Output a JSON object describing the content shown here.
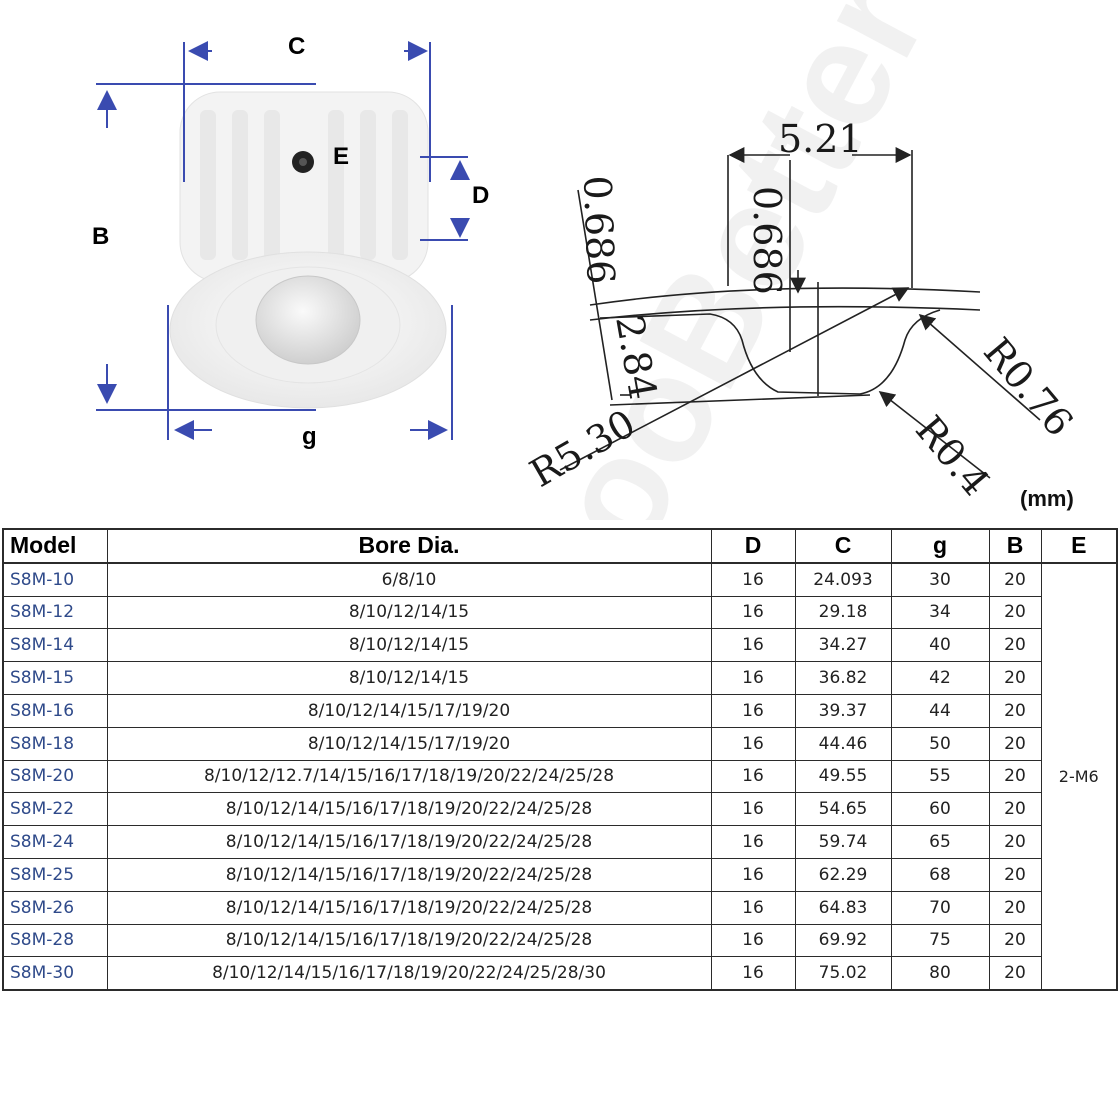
{
  "figure": {
    "pulley_labels": {
      "c": "C",
      "b": "B",
      "d": "D",
      "e": "E",
      "g": "g"
    },
    "profile_dims": {
      "width": "5.21",
      "depth_left": "0.686",
      "depth_right": "0.686",
      "tooth_height": "2.84",
      "r_large": "R5.30",
      "r_small": "R0.4",
      "r_tip": "R0.76"
    },
    "watermark": "ooBetter",
    "unit": "(mm)"
  },
  "table": {
    "headers": {
      "model": "Model",
      "bore": "Bore Dia.",
      "d": "D",
      "c": "C",
      "g": "g",
      "b": "B",
      "e": "E"
    },
    "e_value": "2-M6",
    "rows": [
      {
        "model": "S8M-10",
        "bore": "6/8/10",
        "d": "16",
        "c": "24.093",
        "g": "30",
        "b": "20"
      },
      {
        "model": "S8M-12",
        "bore": "8/10/12/14/15",
        "d": "16",
        "c": "29.18",
        "g": "34",
        "b": "20"
      },
      {
        "model": "S8M-14",
        "bore": "8/10/12/14/15",
        "d": "16",
        "c": "34.27",
        "g": "40",
        "b": "20"
      },
      {
        "model": "S8M-15",
        "bore": "8/10/12/14/15",
        "d": "16",
        "c": "36.82",
        "g": "42",
        "b": "20"
      },
      {
        "model": "S8M-16",
        "bore": "8/10/12/14/15/17/19/20",
        "d": "16",
        "c": "39.37",
        "g": "44",
        "b": "20"
      },
      {
        "model": "S8M-18",
        "bore": "8/10/12/14/15/17/19/20",
        "d": "16",
        "c": "44.46",
        "g": "50",
        "b": "20"
      },
      {
        "model": "S8M-20",
        "bore": "8/10/12/12.7/14/15/16/17/18/19/20/22/24/25/28",
        "d": "16",
        "c": "49.55",
        "g": "55",
        "b": "20"
      },
      {
        "model": "S8M-22",
        "bore": "8/10/12/14/15/16/17/18/19/20/22/24/25/28",
        "d": "16",
        "c": "54.65",
        "g": "60",
        "b": "20"
      },
      {
        "model": "S8M-24",
        "bore": "8/10/12/14/15/16/17/18/19/20/22/24/25/28",
        "d": "16",
        "c": "59.74",
        "g": "65",
        "b": "20"
      },
      {
        "model": "S8M-25",
        "bore": "8/10/12/14/15/16/17/18/19/20/22/24/25/28",
        "d": "16",
        "c": "62.29",
        "g": "68",
        "b": "20"
      },
      {
        "model": "S8M-26",
        "bore": "8/10/12/14/15/16/17/18/19/20/22/24/25/28",
        "d": "16",
        "c": "64.83",
        "g": "70",
        "b": "20"
      },
      {
        "model": "S8M-28",
        "bore": "8/10/12/14/15/16/17/18/19/20/22/24/25/28",
        "d": "16",
        "c": "69.92",
        "g": "75",
        "b": "20"
      },
      {
        "model": "S8M-30",
        "bore": "8/10/12/14/15/16/17/18/19/20/22/24/25/28/30",
        "d": "16",
        "c": "75.02",
        "g": "80",
        "b": "20"
      }
    ]
  },
  "colors": {
    "dimension_line": "#3a4bb0",
    "model_text": "#2f4a8a",
    "grid": "#2b2b2b"
  }
}
